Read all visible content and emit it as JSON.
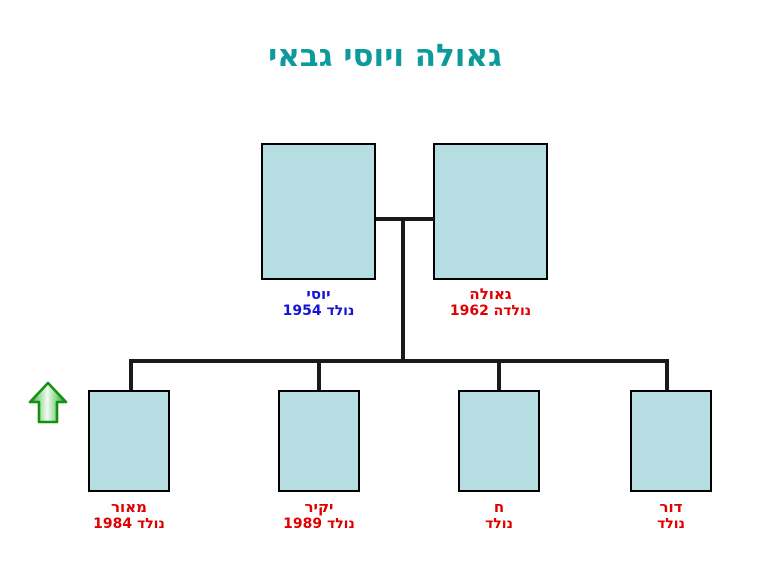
{
  "page": {
    "title": "גאולה ויוסי גבאי",
    "title_color": "#0d9a9a",
    "background": "#ffffff",
    "box_fill": "#b5dde2",
    "box_border": "#000000",
    "line_color": "#1a1a1a",
    "male_text_color": "#1414d2",
    "female_text_color": "#e10000"
  },
  "parents": [
    {
      "name": "יוסי",
      "birth": "נולד 1954",
      "color": "#1414d2",
      "photo_label": "photo-placeholder"
    },
    {
      "name": "גאולה",
      "birth": "נולדה 1962",
      "color": "#e10000",
      "photo_label": "photo-placeholder"
    }
  ],
  "children": [
    {
      "name": "מאור",
      "birth": "נולד 1984",
      "color": "#e10000",
      "photo_label": "photo-placeholder"
    },
    {
      "name": "יקיר",
      "birth": "נולד 1989",
      "color": "#e10000",
      "photo_label": "photo-placeholder"
    },
    {
      "name": "ח",
      "birth": "נולד",
      "color": "#e10000",
      "photo_label": "photo-placeholder"
    },
    {
      "name": "דור",
      "birth": "נולד",
      "color": "#e10000",
      "photo_label": "photo-placeholder"
    }
  ],
  "icons": {
    "up_arrow": {
      "name": "up-arrow-icon",
      "fill_light": "#ffffff",
      "fill_mid": "#8fd48f",
      "fill_dark": "#1a9c1a",
      "stroke": "#0f8a0f"
    }
  }
}
